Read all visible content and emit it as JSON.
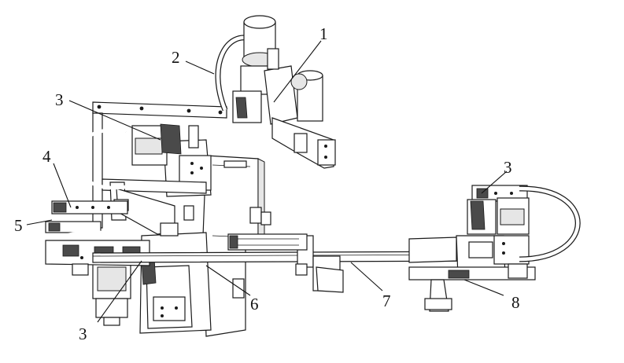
{
  "figure": {
    "callouts": [
      {
        "id": "c1",
        "text": "1"
      },
      {
        "id": "c2",
        "text": "2"
      },
      {
        "id": "c3a",
        "text": "3"
      },
      {
        "id": "c3b",
        "text": "3"
      },
      {
        "id": "c3c",
        "text": "3"
      },
      {
        "id": "c4",
        "text": "4"
      },
      {
        "id": "c5",
        "text": "5"
      },
      {
        "id": "c6",
        "text": "6"
      },
      {
        "id": "c7",
        "text": "7"
      },
      {
        "id": "c8",
        "text": "8"
      }
    ]
  }
}
